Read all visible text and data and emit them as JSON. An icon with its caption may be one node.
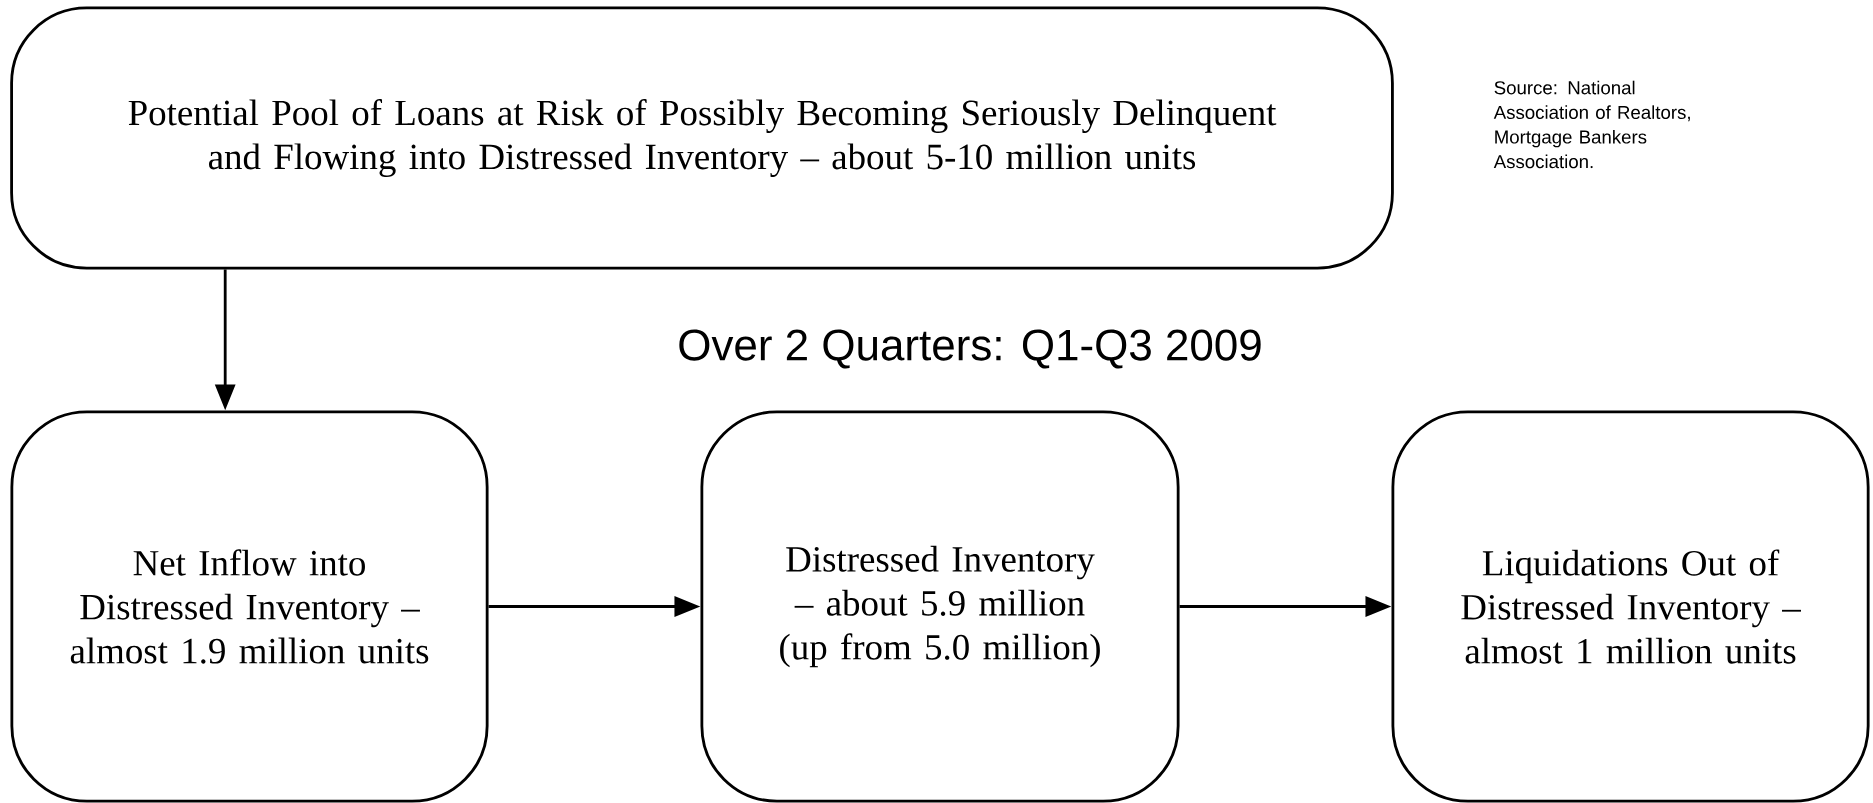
{
  "diagram": {
    "title": "Over 2 Quarters: Q1-Q3 2009",
    "nodes": [
      {
        "text": [
          "Potential Pool of Loans at Risk of Possibly Becoming Seriously Delinquent and Flowing into Distressed Inventory – about 5-10 million units"
        ]
      },
      {
        "text": [
          "Net Inflow into Distressed Inventory – almost 1.9 million units"
        ]
      },
      {
        "text": [
          "Distressed Inventory – about 5.9 million (up from 5.0 million)"
        ]
      },
      {
        "text": [
          "Liquidations Out of Distressed Inventory – almost 1 million units"
        ]
      }
    ],
    "edges": [
      {
        "from": 0,
        "to": 1,
        "arrow": "to"
      },
      {
        "from": 1,
        "to": 2,
        "arrow": "to"
      },
      {
        "from": 2,
        "to": 3,
        "arrow": "to"
      }
    ],
    "labels": [
      "Source: National Association of Realtors, Mortgage Bankers Association."
    ]
  }
}
